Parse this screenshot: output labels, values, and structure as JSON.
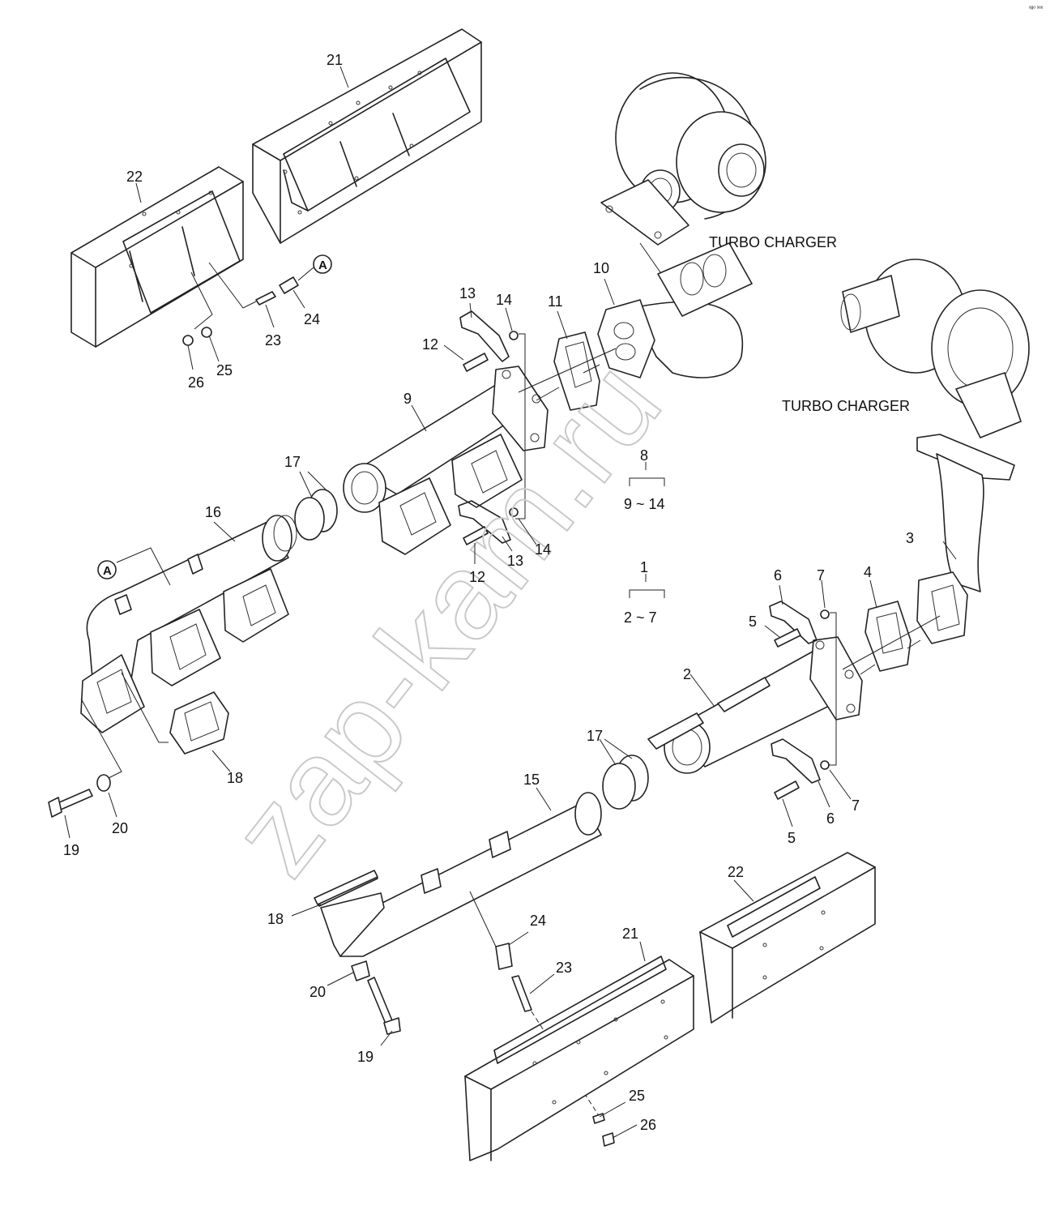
{
  "corner_mark": "ᵃᵍᵒ ˢᵉᵉ",
  "watermark": "zap-kam.ru",
  "labels": {
    "turbo_upper": "TURBO CHARGER",
    "turbo_lower": "TURBO CHARGER",
    "ref_a": "A",
    "group_8": "8",
    "group_8_range": "9 ~ 14",
    "group_1": "1",
    "group_1_range": "2 ~ 7"
  },
  "callouts": {
    "n2": "2",
    "n3": "3",
    "n4": "4",
    "n5a": "5",
    "n5b": "5",
    "n6a": "6",
    "n6b": "6",
    "n7a": "7",
    "n7b": "7",
    "n9": "9",
    "n10": "10",
    "n11": "11",
    "n12a": "12",
    "n12b": "12",
    "n13a": "13",
    "n13b": "13",
    "n14a": "14",
    "n14b": "14",
    "n15": "15",
    "n16": "16",
    "n17a": "17",
    "n17b": "17",
    "n18a": "18",
    "n18b": "18",
    "n19a": "19",
    "n19b": "19",
    "n20a": "20",
    "n20b": "20",
    "n21a": "21",
    "n21b": "21",
    "n22a": "22",
    "n22b": "22",
    "n23a": "23",
    "n23b": "23",
    "n24a": "24",
    "n24b": "24",
    "n25a": "25",
    "n25b": "25",
    "n26a": "26",
    "n26b": "26"
  }
}
